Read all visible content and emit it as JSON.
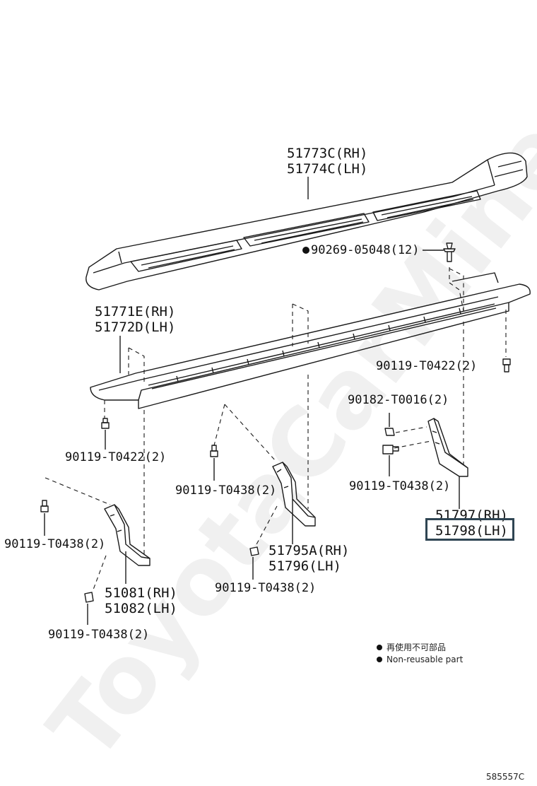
{
  "parts": {
    "upper_step": [
      "51773C(RH)",
      "51774C(LH)"
    ],
    "lower_step": [
      "51771E(RH)",
      "51772D(LH)"
    ],
    "front_bracket": [
      "51081(RH)",
      "51082(LH)"
    ],
    "middle_bracket": [
      "51795A(RH)",
      "51796(LH)"
    ],
    "rear_bracket": [
      "51797(RH)",
      "51798(LH)"
    ]
  },
  "fasteners": {
    "clip_top": "90269-05048(12)",
    "bolt_rear_top": "90119-T0422(2)",
    "nut_rear": "90182-T0016(2)",
    "bolt_rear_bracket": "90119-T0438(2)",
    "bolt_front_step": "90119-T0422(2)",
    "bolt_middle_upper": "90119-T0438(2)",
    "bolt_front_bracket_upper": "90119-T0438(2)",
    "bolt_front_bracket_lower": "90119-T0438(2)",
    "bolt_middle_lower": "90119-T0438(2)"
  },
  "legend": {
    "jp": "再使用不可部品",
    "en": "Non-reusable part"
  },
  "reference_code": "585557C",
  "watermark": "ToyotaCarMine.ru",
  "highlighted_part": "51798(LH)"
}
